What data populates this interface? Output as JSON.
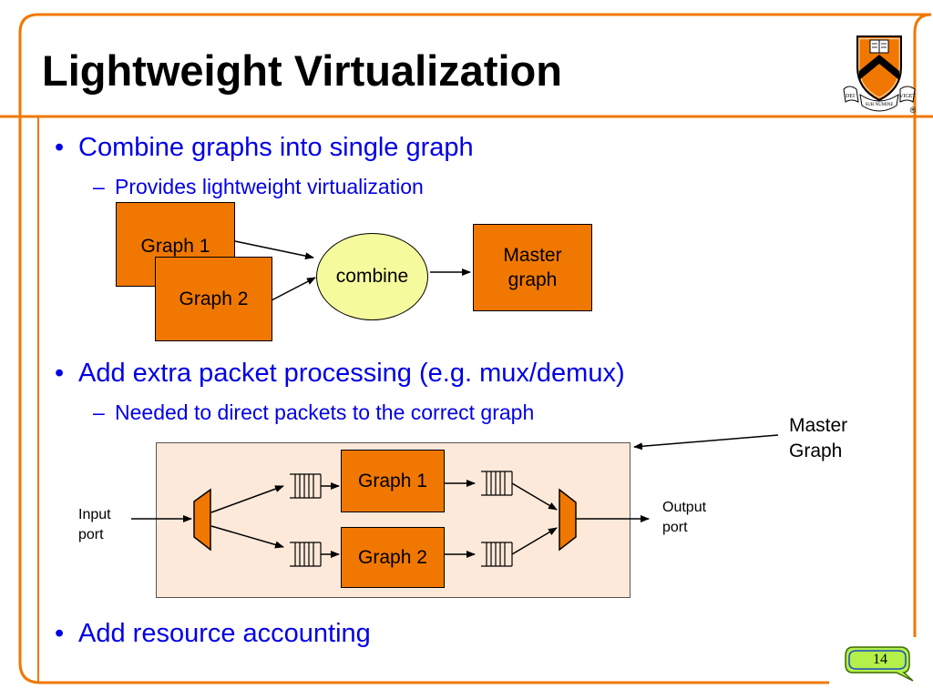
{
  "slide": {
    "title": "Lightweight Virtualization",
    "page_number": "14"
  },
  "bullets": [
    {
      "text": "Combine graphs into single graph",
      "sub": "Provides lightweight virtualization"
    },
    {
      "text": "Add extra packet processing (e.g. mux/demux)",
      "sub": "Needed to direct packets to the correct graph"
    },
    {
      "text": "Add resource accounting"
    }
  ],
  "diagram1": {
    "graph1": "Graph 1",
    "graph2": "Graph 2",
    "combine": "combine",
    "master_line1": "Master",
    "master_line2": "graph"
  },
  "diagram2": {
    "master_line1": "Master",
    "master_line2": "Graph",
    "graph1": "Graph 1",
    "graph2": "Graph 2",
    "input_line1": "Input",
    "input_line2": "port",
    "output_line1": "Output",
    "output_line2": "port"
  },
  "logo": {
    "motto_left": "DEI",
    "motto_center": "SUB NUMINE",
    "motto_right": "VIGET",
    "registered": "®"
  },
  "colors": {
    "frame": "#f07800",
    "bullet_text": "#0000e6",
    "box_fill": "#f07800",
    "combine_fill": "#f5fa9c",
    "panel_fill": "#fde9d9",
    "badge_fill": "#b3f04a"
  }
}
